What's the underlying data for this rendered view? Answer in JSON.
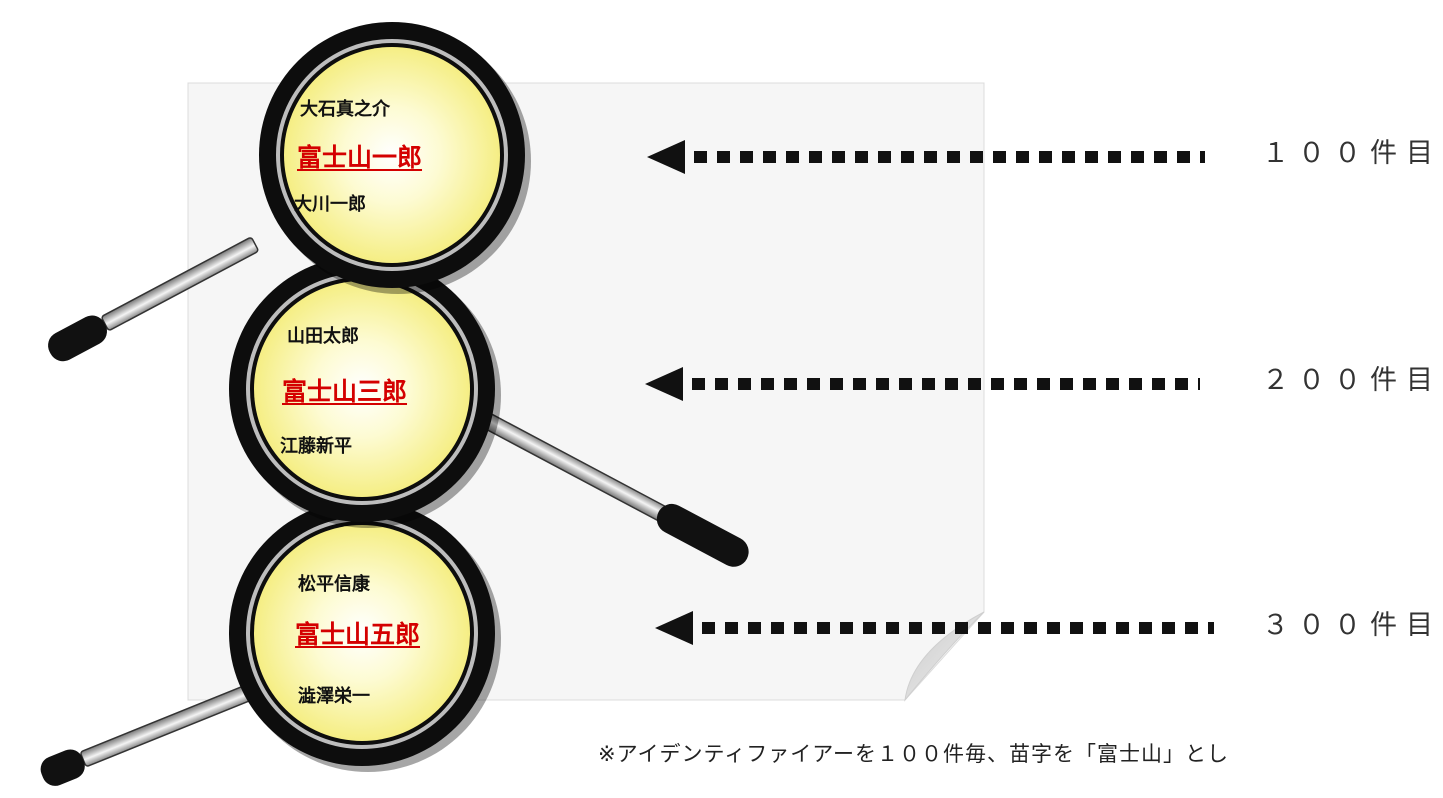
{
  "lenses": [
    {
      "above": "大石真之介",
      "highlight": "富士山一郎",
      "below": "大川一郎"
    },
    {
      "above": "山田太郎",
      "highlight": "富士山三郎",
      "below": "江藤新平"
    },
    {
      "above": "松平信康",
      "highlight": "富士山五郎",
      "below": "澁澤栄一"
    }
  ],
  "markers": [
    "１００件目",
    "２００件目",
    "３００件目"
  ],
  "note": "※アイデンティファイアーを１００件毎、苗字を「富士山」とし",
  "colors": {
    "lens_fill": "#fbf7a0",
    "rim": "#111111",
    "highlight_text": "#d40000",
    "arrow": "#111111",
    "paper": "#f6f6f6"
  }
}
